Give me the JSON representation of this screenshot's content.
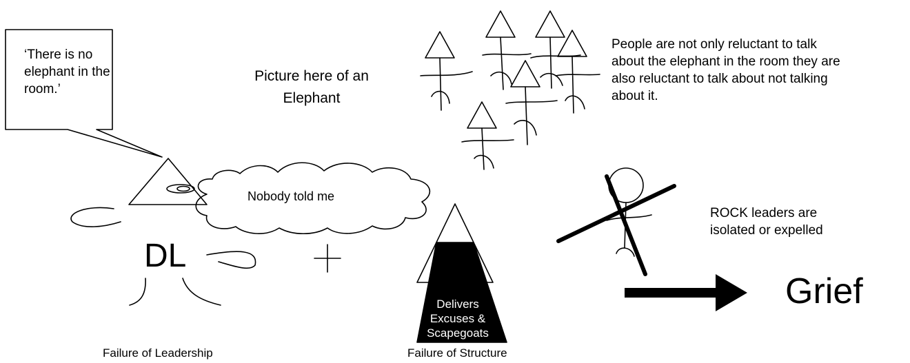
{
  "speech_bubble": {
    "text": "‘There is no\nelephant in the\nroom.’"
  },
  "elephant_placeholder": {
    "text": "Picture here of an\nElephant"
  },
  "cloud": {
    "text": "Nobody told me"
  },
  "dl_label": "DL",
  "plus_sign": "+",
  "pyramid": {
    "text": "Delivers\nExcuses &\nScapegoats"
  },
  "people_caption": "People are not only reluctant to talk\nabout the elephant in the room they are\nalso reluctant  to talk about not talking\nabout it.",
  "rock_caption": "ROCK leaders are\nisolated or expelled",
  "result": "Grief",
  "captions": {
    "leadership": "Failure of Leadership",
    "structure": "Failure of Structure"
  },
  "colors": {
    "ink": "#000000",
    "paper": "#ffffff"
  }
}
